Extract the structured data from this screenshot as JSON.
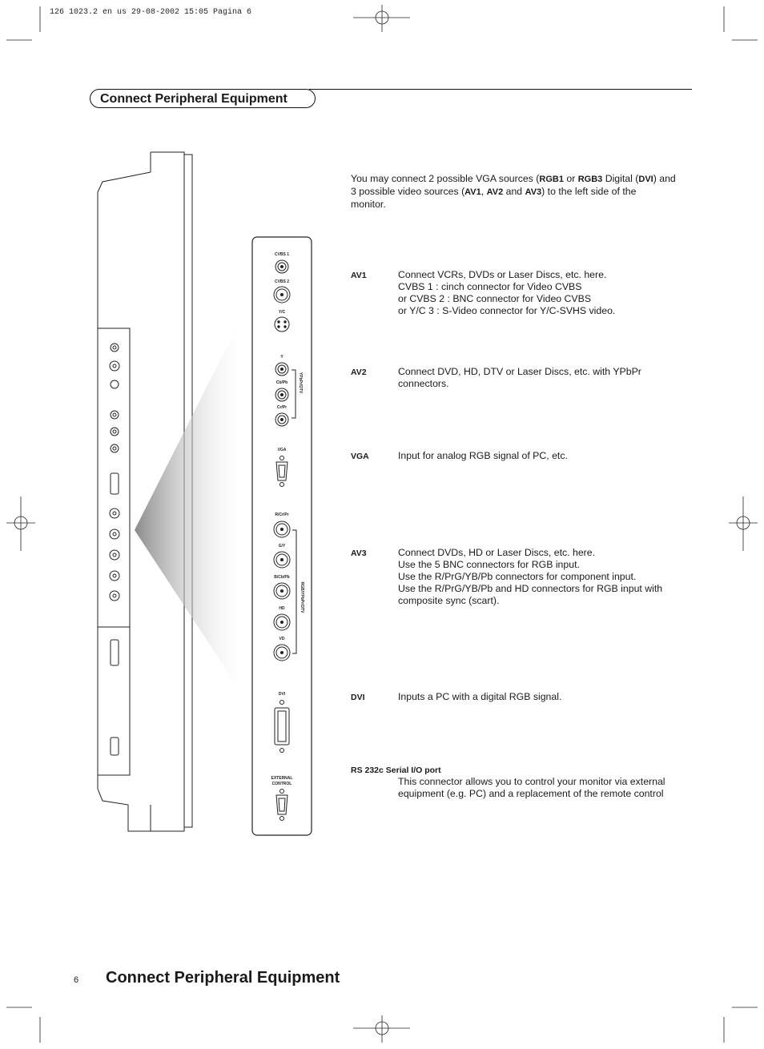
{
  "slug": "126 1023.2 en us 29-08-2002 15:05 Pagina 6",
  "header": {
    "section_title": "Connect Peripheral Equipment"
  },
  "intro": {
    "t1": "You may connect 2 possible VGA sources (",
    "b1": "RGB1",
    "t2": " or ",
    "b2": "RGB3",
    "t3": " Digital (",
    "b3": "DVI",
    "t4": ") and",
    "t5": "3 possible video sources (",
    "b4": "AV1",
    "t6": ", ",
    "b5": "AV2",
    "t7": " and ",
    "b6": "AV3",
    "t8": ") to the left side of the",
    "t9": "monitor."
  },
  "sections": {
    "av1": {
      "label": "AV1",
      "lines": [
        "Connect VCRs, DVDs or Laser Discs, etc. here.",
        "CVBS 1 : cinch connector for Video CVBS",
        "or CVBS 2 : BNC connector for Video CVBS",
        "or Y/C 3 : S-Video connector for Y/C-SVHS video."
      ]
    },
    "av2": {
      "label": "AV2",
      "lines": [
        "Connect DVD, HD, DTV or Laser Discs, etc. with YPbPr",
        "connectors."
      ]
    },
    "vga": {
      "label": "VGA",
      "lines": [
        "Input for analog RGB signal of PC, etc."
      ]
    },
    "av3": {
      "label": "AV3",
      "lines": [
        "Connect DVDs, HD or Laser Discs, etc. here.",
        "Use the 5 BNC connectors for RGB input.",
        "Use the R/PrG/YB/Pb connectors for component input.",
        "Use the R/PrG/YB/Pb and HD connectors for RGB input with",
        "composite sync (scart)."
      ]
    },
    "dvi": {
      "label": "DVI",
      "lines": [
        "Inputs a PC with a digital RGB signal."
      ]
    },
    "rs232": {
      "label": "RS 232c Serial I/O port",
      "lines": [
        "This connector allows you to control your monitor via external",
        "equipment (e.g. PC) and a replacement of the remote control"
      ]
    }
  },
  "panel": {
    "cvbs1": "CVBS 1",
    "cvbs2": "CVBS 2",
    "yc": "Y/C",
    "y": "Y",
    "cbpb": "Cb/Pb",
    "crpr": "Cr/Pr",
    "group1": "YPbPr/DTV",
    "vga": "VGA",
    "rcrpr": "R/Cr/Pr",
    "gy": "G/Y",
    "bcbpb": "B/Cb/Pb",
    "hd": "HD",
    "vd": "VD",
    "group2": "RGB/YPbPr/DTV",
    "dvi": "DVI",
    "ext1": "EXTERNAL",
    "ext2": "CONTROL"
  },
  "footer": {
    "page_number": "6",
    "title": "Connect Peripheral Equipment"
  }
}
